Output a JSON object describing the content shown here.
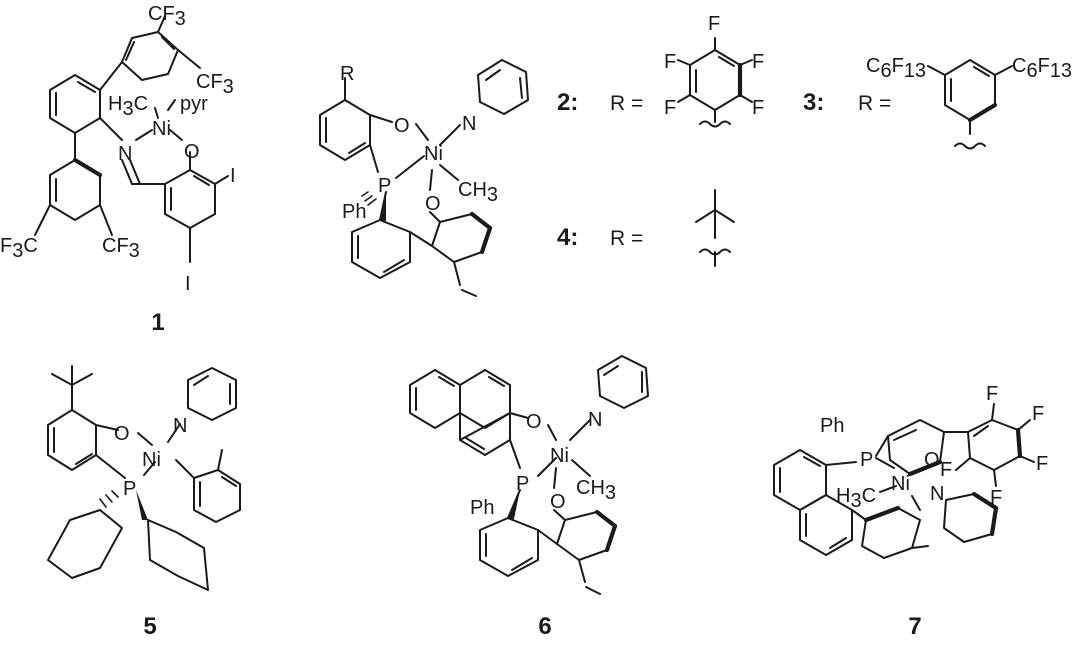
{
  "compound_labels": {
    "c1": "1",
    "c2": "2:",
    "c3": "3:",
    "c4": "4:",
    "c5": "5",
    "c6": "6",
    "c7": "7"
  },
  "r_definitions": {
    "r_equals": "R ="
  },
  "atoms": {
    "Ni": "Ni",
    "O": "O",
    "N": "N",
    "P": "P",
    "I": "I",
    "F": "F",
    "R": "R",
    "Ph": "Ph",
    "pyr": "pyr",
    "H3C_H": "H",
    "H3C_3": "3",
    "H3C_C": "C",
    "CH3_CH": "CH",
    "CH3_3": "3",
    "CF3_CF": "CF",
    "CF3_3": "3",
    "F3C_F": "F",
    "F3C_3": "3",
    "F3C_C": "C",
    "C6F13_C": "C",
    "C6F13_6": "6",
    "C6F13_F": "F",
    "C6F13_13": "13"
  }
}
